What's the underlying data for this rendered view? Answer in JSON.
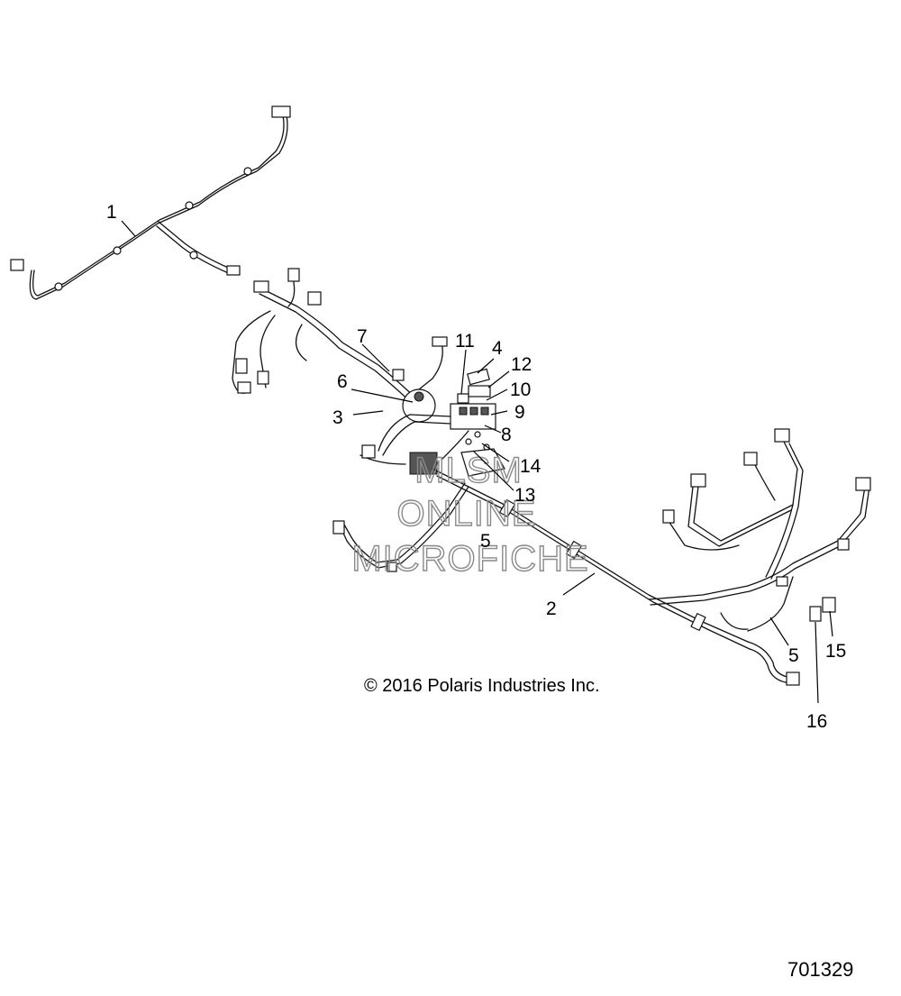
{
  "callouts": {
    "c1": "1",
    "c2": "2",
    "c3": "3",
    "c4": "4",
    "c5a": "5",
    "c5b": "5",
    "c6": "6",
    "c7": "7",
    "c8": "8",
    "c9": "9",
    "c10": "10",
    "c11": "11",
    "c12": "12",
    "c13": "13",
    "c14": "14",
    "c15": "15",
    "c16": "16"
  },
  "watermark": {
    "line1": "MLSM",
    "line2": "ONLINE",
    "line3": "MICROFICHE"
  },
  "copyright": "© 2016 Polaris Industries Inc.",
  "diagram_id": "701329"
}
